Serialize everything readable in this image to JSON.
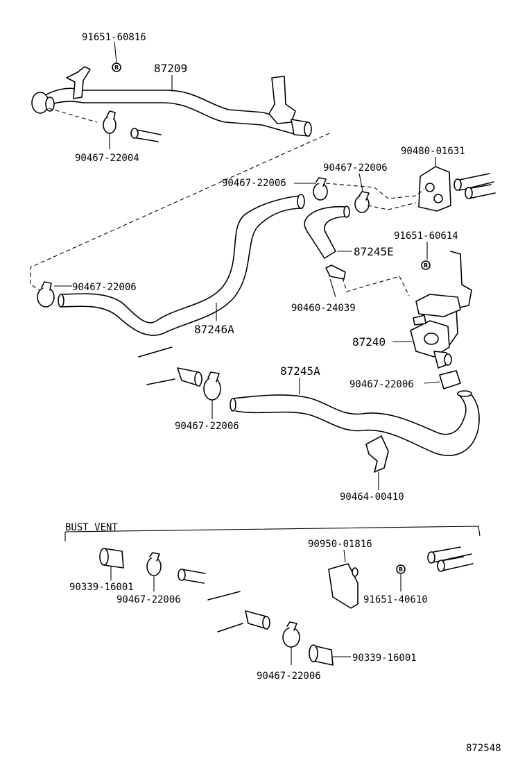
{
  "labels": {
    "p91651_60816": "91651-60816",
    "p87209": "87209",
    "p90467_22004": "90467-22004",
    "p90480_01631": "90480-01631",
    "p90467_22006_a": "90467-22006",
    "p90467_22006_b": "90467-22006",
    "p91651_60614": "91651-60614",
    "p87245E": "87245E",
    "p90467_22006_c": "90467-22006",
    "p90460_24039": "90460-24039",
    "p87246A": "87246A",
    "p87240": "87240",
    "p87245A": "87245A",
    "p90467_22006_d": "90467-22006",
    "p90467_22006_e": "90467-22006",
    "p90464_00410": "90464-00410",
    "section_title": "BUST  VENT",
    "p90950_01816": "90950-01816",
    "p90339_16001_a": "90339-16001",
    "p90467_22006_f": "90467-22006",
    "p91651_40610": "91651-40610",
    "p90339_16001_b": "90339-16001",
    "p90467_22006_g": "90467-22006",
    "figure_number": "872548"
  },
  "badge_letter": "B"
}
